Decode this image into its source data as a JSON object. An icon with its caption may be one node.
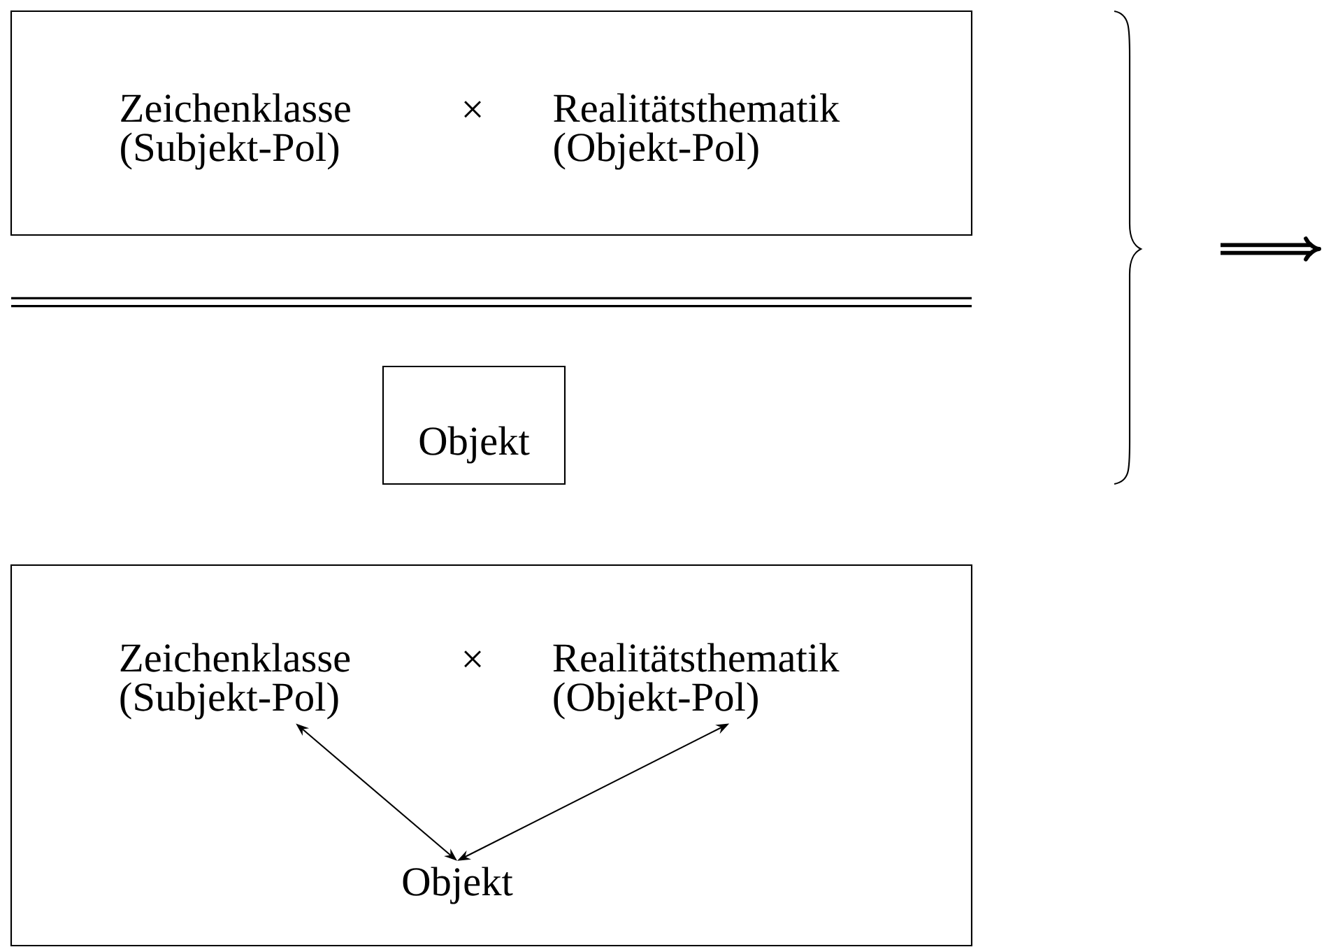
{
  "diagram": {
    "nodes": [
      {
        "text": [
          "Zeichenklasse (Subjekt-Pol)",
          "×",
          "Realitätsthematik (Objekt-Pol)"
        ]
      },
      {
        "text": [
          "Objekt"
        ]
      },
      {
        "text": [
          "×"
        ]
      },
      {
        "text": [
          "Zeichenklasse (Subjekt-Pol)"
        ],
        "in": 2
      },
      {
        "text": [
          "Realitätsthematik (Objekt-Pol)"
        ],
        "in": 2
      },
      {
        "text": [
          "Objekt"
        ],
        "in": 2
      }
    ],
    "edges": [
      {
        "from": 3,
        "to": 5,
        "arrow": "both"
      },
      {
        "from": 4,
        "to": 5,
        "arrow": "both"
      }
    ]
  }
}
